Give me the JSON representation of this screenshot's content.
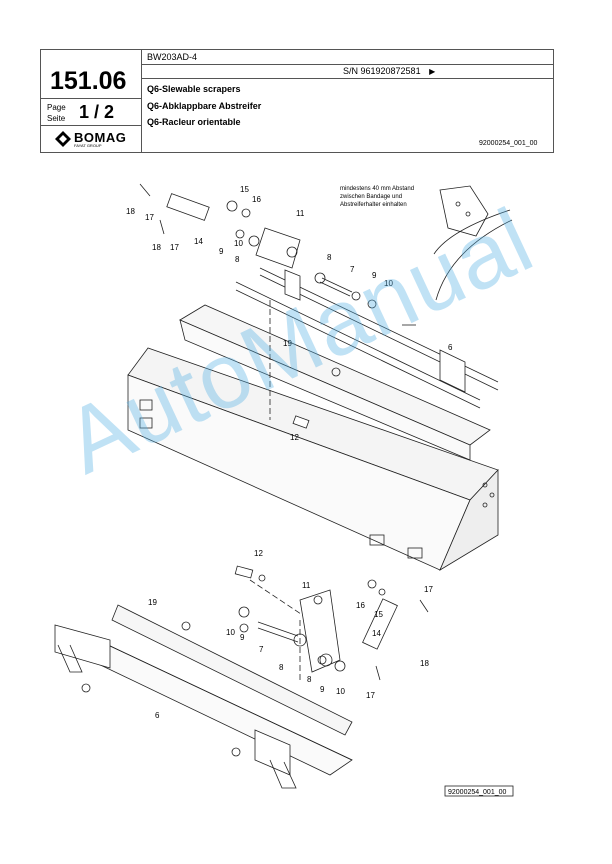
{
  "header": {
    "model": "BW203AD-4",
    "serial": "S/N 961920872581",
    "serial_arrow": "▶",
    "page_number": "151.06",
    "page_label_en": "Page",
    "page_label_de": "Seite",
    "page_of": "1 / 2",
    "brand": "BOMAG",
    "brand_sub": "FAYAT GROUP",
    "titles": [
      "Q6-Slewable scrapers",
      "Q6-Abklappbare Abstreifer",
      "Q6-Racleur orientable"
    ],
    "doc_ref": "92000254_001_00"
  },
  "drawing": {
    "note": [
      "mindestens 40 mm Abstand",
      "zwischen Bandage und",
      "Abstreiferhalter einhalten"
    ],
    "callouts_top": [
      "18",
      "17",
      "18",
      "17",
      "14",
      "15",
      "16",
      "9",
      "10",
      "8",
      "11",
      "8",
      "7",
      "9",
      "10",
      "19",
      "6",
      "12"
    ],
    "callouts_bottom": [
      "12",
      "19",
      "11",
      "16",
      "15",
      "17",
      "14",
      "10",
      "9",
      "7",
      "8",
      "8",
      "9",
      "10",
      "18",
      "17",
      "6"
    ],
    "footer_ref": "92000254_001_00"
  },
  "watermark": "AutoManual"
}
